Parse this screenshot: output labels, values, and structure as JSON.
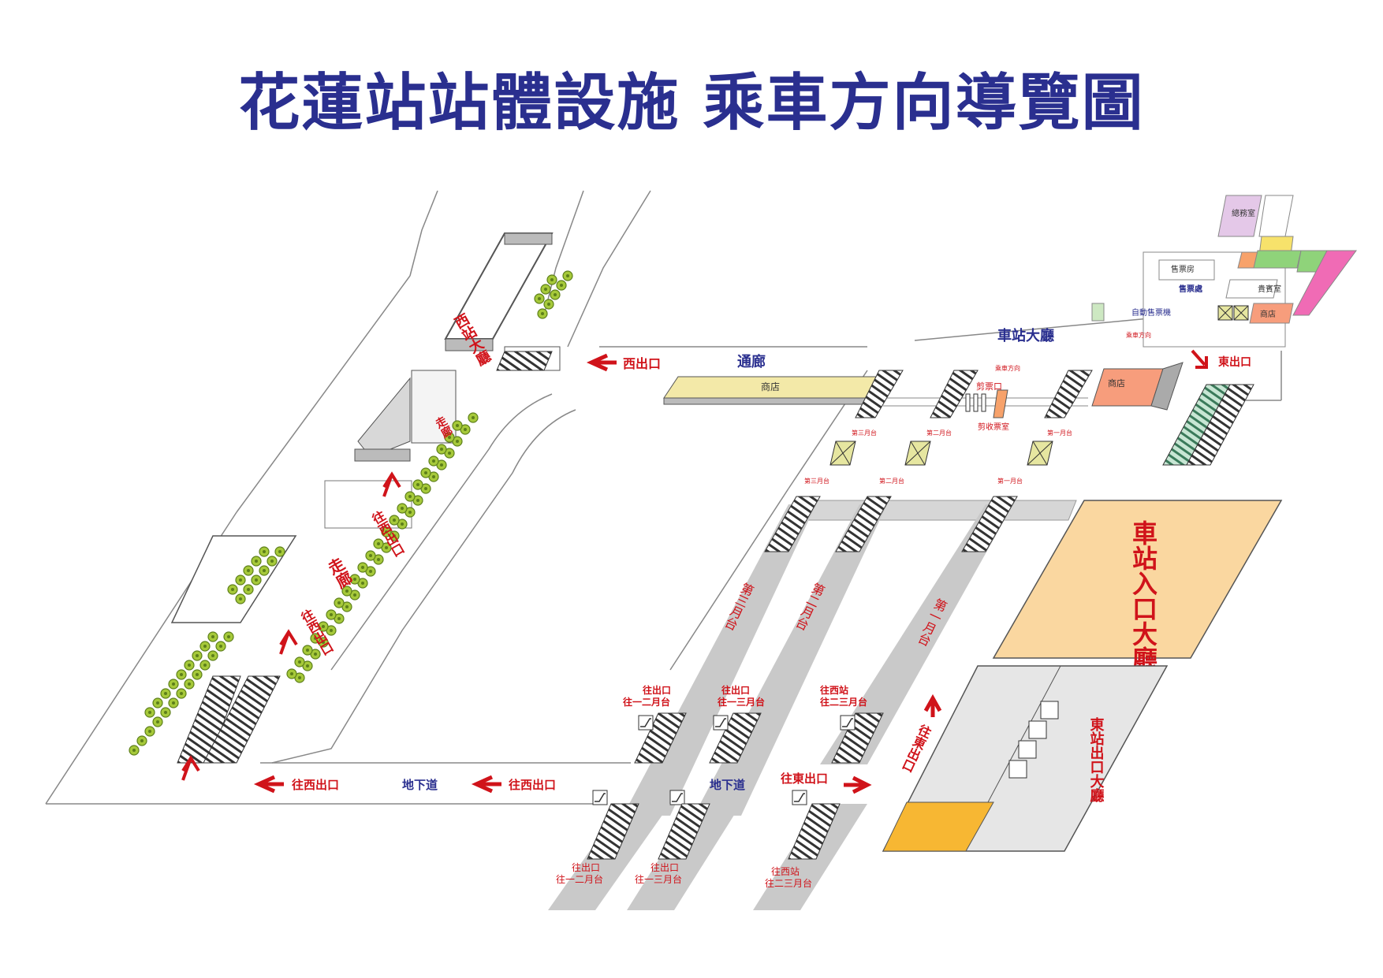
{
  "title": "花蓮站站體設施 乘車方向導覽圖",
  "colors": {
    "title": "#2a2f8f",
    "red_label": "#d0131a",
    "blue_label": "#2a2f8f",
    "platform": "#c9c9c9",
    "shop": "#f3e9a8",
    "entrance_hall": "#fad7a0",
    "exit_hall": "#e6e6e6",
    "orange_block": "#f7b733",
    "tree": "#a6c93a"
  },
  "labels": {
    "west_hall": "西站大廳",
    "corridor_v1": "走廊",
    "corridor_v2": "走廊",
    "to_west_exit_v1": "往西出口",
    "to_west_exit_v2": "往西出口",
    "west_exit": "西出口",
    "passage": "通廊",
    "shop_passage": "商店",
    "station_hall": "車站大廳",
    "ticket_office": "售票房",
    "ticket_counter": "售票處",
    "auto_ticket": "自動售票機",
    "ride_direction": "乘車方向",
    "ride_direction2": "乘車方向",
    "general_affairs": "總務室",
    "vip_room": "貴賓室",
    "shop_hall": "商店",
    "shop_east": "商店",
    "east_exit": "東出口",
    "ticket_gate": "剪票口",
    "ticket_collect": "剪收票室",
    "p3_top": "第三月台",
    "p2_top": "第二月台",
    "p1_top": "第一月台",
    "p3_mid": "第三月台",
    "p2_mid": "第二月台",
    "p1_mid": "第一月台",
    "platform3": "第三月台",
    "platform2": "第二月台",
    "platform1": "第一月台",
    "entrance_hall": "車站入口大廳",
    "exit_hall": "東站出口大廳",
    "to_east_exit_v": "往東出口",
    "underpass1": "地下道",
    "underpass2": "地下道",
    "to_west_exit_a": "往西出口",
    "to_west_exit_b": "往西出口",
    "to_east_exit_h": "往東出口",
    "upper_a_1": "往出口",
    "upper_a_2": "往一二月台",
    "upper_b_1": "往出口",
    "upper_b_2": "往一三月台",
    "upper_c_1": "往西站",
    "upper_c_2": "往二三月台",
    "lower_a_1": "往出口",
    "lower_a_2": "往一二月台",
    "lower_b_1": "往出口",
    "lower_b_2": "往一三月台",
    "lower_c_1": "往西站",
    "lower_c_2": "往二三月台"
  },
  "icons": [
    "escalator-icon",
    "stairs-icon",
    "arrow-icon",
    "tree-icon",
    "elevator-icon"
  ]
}
